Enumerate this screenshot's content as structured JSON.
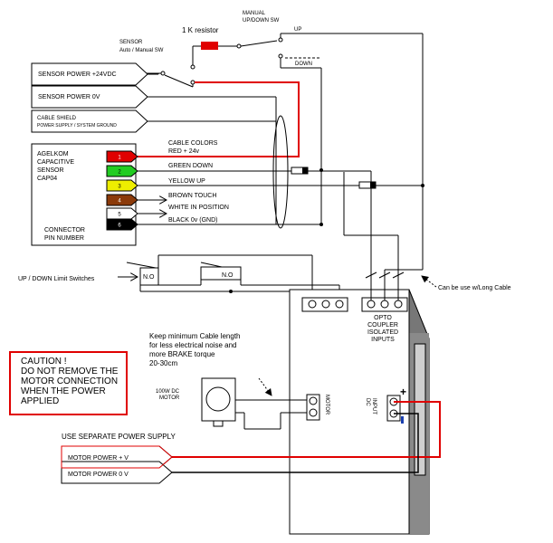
{
  "title_labels": {
    "resistor": "1 K  resistor",
    "manual_sw": "MANUAL",
    "manual_sw2": "UP/DOWN SW",
    "up": "UP",
    "down": "DOWN",
    "sensor": "SENSOR",
    "sensor2": "Auto / Manual SW"
  },
  "power_boxes": [
    {
      "label": "SENSOR POWER +24VDC"
    },
    {
      "label": "SENSOR POWER 0V"
    }
  ],
  "cable_shield": {
    "line1": "CABLE SHIELD",
    "line2": "POWER SUPPLY / SYSTEM GROUND"
  },
  "sensor_box": {
    "lines": [
      "AGELKOM",
      "CAPACITIVE",
      "SENSOR",
      "CAP04"
    ],
    "connector": "CONNECTOR",
    "pin": "PIN NUMBER"
  },
  "pins": [
    {
      "num": "1",
      "color": "#e00000",
      "text_color": "#ffffff"
    },
    {
      "num": "2",
      "color": "#22cc22",
      "text_color": "#000000"
    },
    {
      "num": "3",
      "color": "#eeee00",
      "text_color": "#000000"
    },
    {
      "num": "4",
      "color": "#8b3a0a",
      "text_color": "#ffffff"
    },
    {
      "num": "5",
      "color": "#ffffff",
      "text_color": "#000000"
    },
    {
      "num": "6",
      "color": "#000000",
      "text_color": "#ffffff"
    }
  ],
  "cable_colors": {
    "title": "CABLE COLORS",
    "rows": [
      "RED + 24v",
      "GREEN  DOWN",
      "YELLOW  UP",
      "BROWN TOUCH",
      "WHITE IN POSITION",
      "BLACK 0v (GND)"
    ]
  },
  "limit_switches": {
    "label": "UP / DOWN Limit Switches",
    "sw1": "N.O",
    "sw2": "N.O"
  },
  "long_cable": "Can be use w/Long Cable",
  "opto": [
    "OPTO",
    "COUPLER",
    "ISOLATED",
    "INPUTS"
  ],
  "cable_note": [
    "Keep minimum Cable length",
    "for less electrical noise and",
    "more BRAKE torque",
    "20-30cm"
  ],
  "motor_label": [
    "100W DC",
    "MOTOR"
  ],
  "motor_conn": "MOTOR",
  "dc_input": [
    "DC",
    "INPUT"
  ],
  "plus": "+",
  "minus": "-",
  "caution": [
    "CAUTION !",
    "DO NOT REMOVE THE",
    "MOTOR CONNECTION",
    "WHEN THE POWER",
    "APPLIED"
  ],
  "separate_supply": "USE SEPARATE POWER SUPPLY",
  "motor_power": [
    {
      "label": "MOTOR POWER + V"
    },
    {
      "label": "MOTOR POWER 0 V"
    }
  ],
  "colors": {
    "red": "#e00000",
    "wire": "#000000"
  }
}
